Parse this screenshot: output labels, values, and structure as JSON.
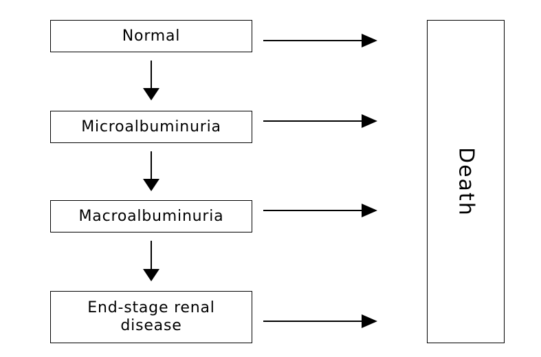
{
  "diagram": {
    "states": [
      {
        "id": "normal",
        "label": "Normal"
      },
      {
        "id": "micro",
        "label": "Microalbuminuria"
      },
      {
        "id": "macro",
        "label": "Macroalbuminuria"
      },
      {
        "id": "esrd",
        "label": "End-stage renal\ndisease"
      }
    ],
    "absorbing_state": {
      "id": "death",
      "label": "Death"
    }
  }
}
